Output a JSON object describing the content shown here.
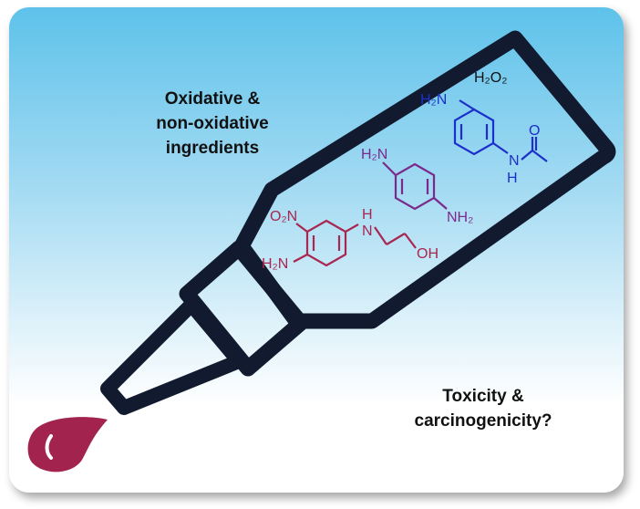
{
  "labels": {
    "ingredients_line1": "Oxidative &",
    "ingredients_line2": "non-oxidative ingredients",
    "toxicity_line1": "Toxicity &",
    "toxicity_line2": "carcinogenicity?"
  },
  "chem": {
    "h2o2": "H₂O₂",
    "acet_nh2": "H₂N",
    "acet_o": "O",
    "acet_n": "N",
    "acet_h": "H",
    "ppd_h2n": "H₂N",
    "ppd_nh2": "NH₂",
    "hc_o2n": "O₂N",
    "hc_h2n": "H₂N",
    "hc_h": "H",
    "hc_n": "N",
    "hc_oh": "OH"
  },
  "colors": {
    "bottle_outline": "#111a2e",
    "drop": "#a3234f",
    "acetaminophen": "#1d2fc9",
    "ppd": "#7b2a8c",
    "hc_red": "#a8264f",
    "bg_top": "#5ec2ea"
  }
}
